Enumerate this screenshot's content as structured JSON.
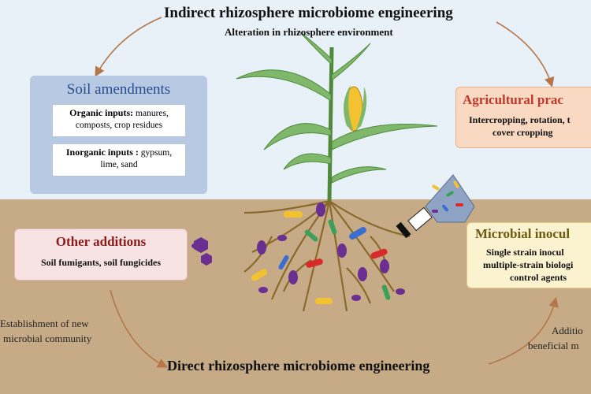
{
  "top_title": "Indirect rhizosphere microbiome engineering",
  "top_subtitle": "Alteration in rhizosphere environment",
  "bottom_title": "Direct rhizosphere microbiome engineering",
  "soil_amendments": {
    "header": "Soil amendments",
    "organic_label": "Organic inputs:",
    "organic_items_1": "manures,",
    "organic_items_2": "composts, crop residues",
    "inorganic_label": "Inorganic inputs :",
    "inorganic_items_1": "gypsum,",
    "inorganic_items_2": "lime, sand"
  },
  "agricultural_practices": {
    "header": "Agricultural prac",
    "line1": "Intercropping, rotation, t",
    "line2": "cover cropping"
  },
  "other_additions": {
    "header": "Other additions",
    "line1": "Soil fumigants, soil fungicides"
  },
  "microbial_inoculants": {
    "header": "Microbial inocul",
    "line1": "Single  strain inocul",
    "line2": "multiple-strain biologi",
    "line3": "control agents"
  },
  "left_note": {
    "line1": "Establishment of new",
    "line2": "microbial community"
  },
  "right_note": {
    "line1": "Additio",
    "line2": "beneficial m"
  },
  "colors": {
    "sky": "#e8f0f8",
    "soil": "#c7ab86",
    "arrow": "#b5774a",
    "amend_box": "#b8c9e3",
    "practice_box": "#f9d9c2",
    "other_box": "#f7e3e3",
    "inoc_box": "#fbf3d0",
    "microbe_purple": "#6b2f91"
  }
}
